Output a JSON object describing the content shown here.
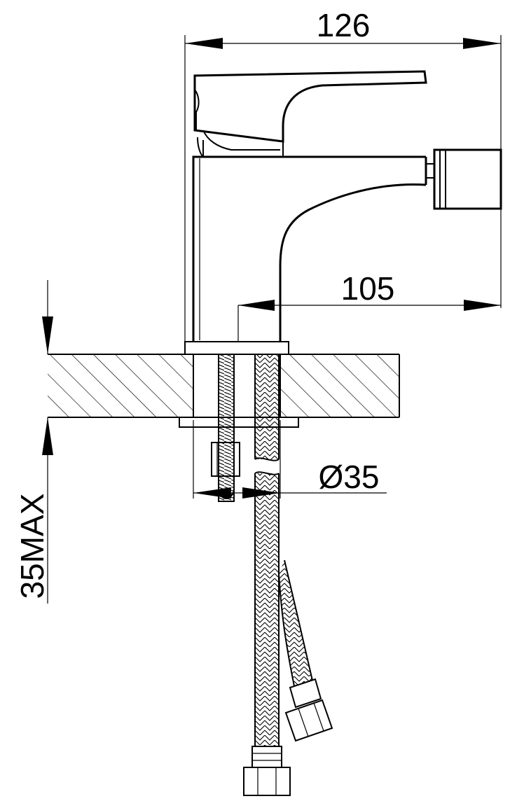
{
  "dimensions": {
    "overall_width": "126",
    "spout_reach": "105",
    "pipe_diameter": "Ø35",
    "max_counter_thickness": "35MAX"
  }
}
